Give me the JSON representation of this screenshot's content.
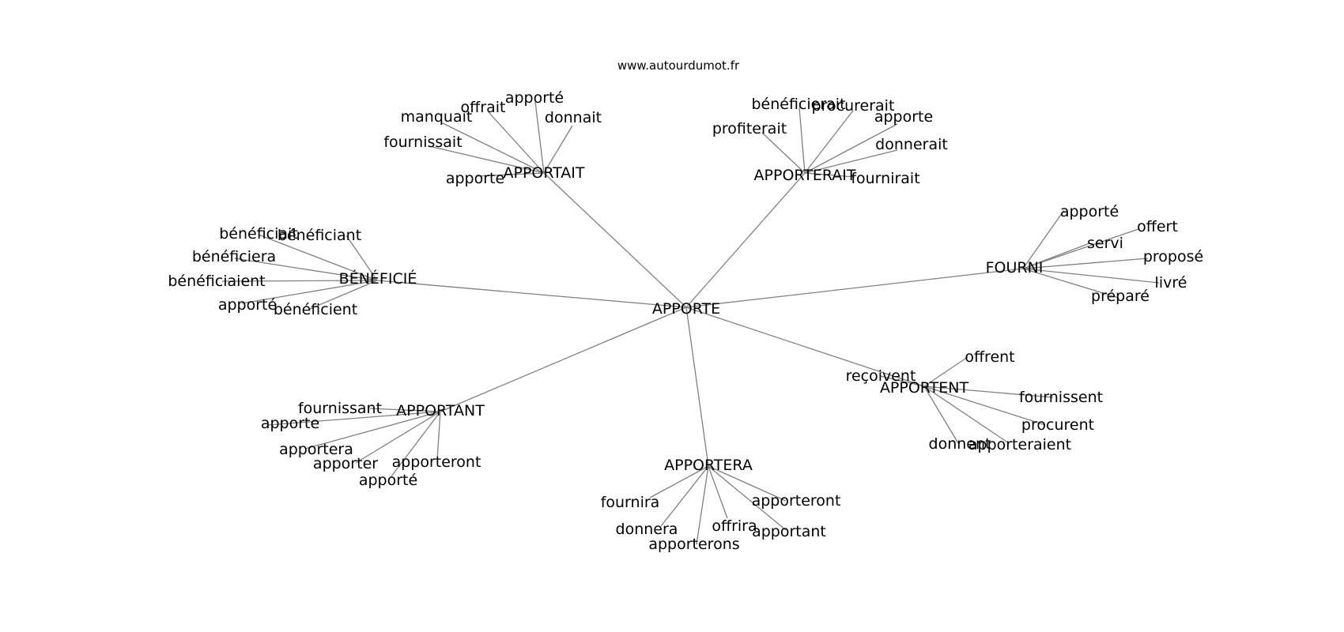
{
  "header": {
    "site": "www.autourdumot.fr"
  },
  "graph": {
    "center": "APPORTE",
    "groups": [
      {
        "hub": "APPORTAIT",
        "words": [
          "apporté",
          "offrait",
          "manquait",
          "donnait",
          "fournissait",
          "apporte"
        ]
      },
      {
        "hub": "APPORTERAIT",
        "words": [
          "bénéficierait",
          "procurerait",
          "apporte",
          "profiterait",
          "donnerait",
          "fournirait"
        ]
      },
      {
        "hub": "FOURNI",
        "words": [
          "apporté",
          "offert",
          "servi",
          "proposé",
          "livré",
          "préparé"
        ]
      },
      {
        "hub": "BÉNÉFICIÉ",
        "words": [
          "bénéficiait",
          "bénéficiant",
          "bénéficiera",
          "bénéficiaient",
          "apporté",
          "bénéficient"
        ]
      },
      {
        "hub": "APPORTENT",
        "words": [
          "offrent",
          "reçoivent",
          "fournissent",
          "procurent",
          "donnent",
          "apporteraient"
        ]
      },
      {
        "hub": "APPORTANT",
        "words": [
          "fournissant",
          "apporte",
          "apportera",
          "apporter",
          "apporteront",
          "apporté"
        ]
      },
      {
        "hub": "APPORTERA",
        "words": [
          "fournira",
          "apporteront",
          "donnera",
          "offrira",
          "apportant",
          "apporterons"
        ]
      }
    ]
  }
}
